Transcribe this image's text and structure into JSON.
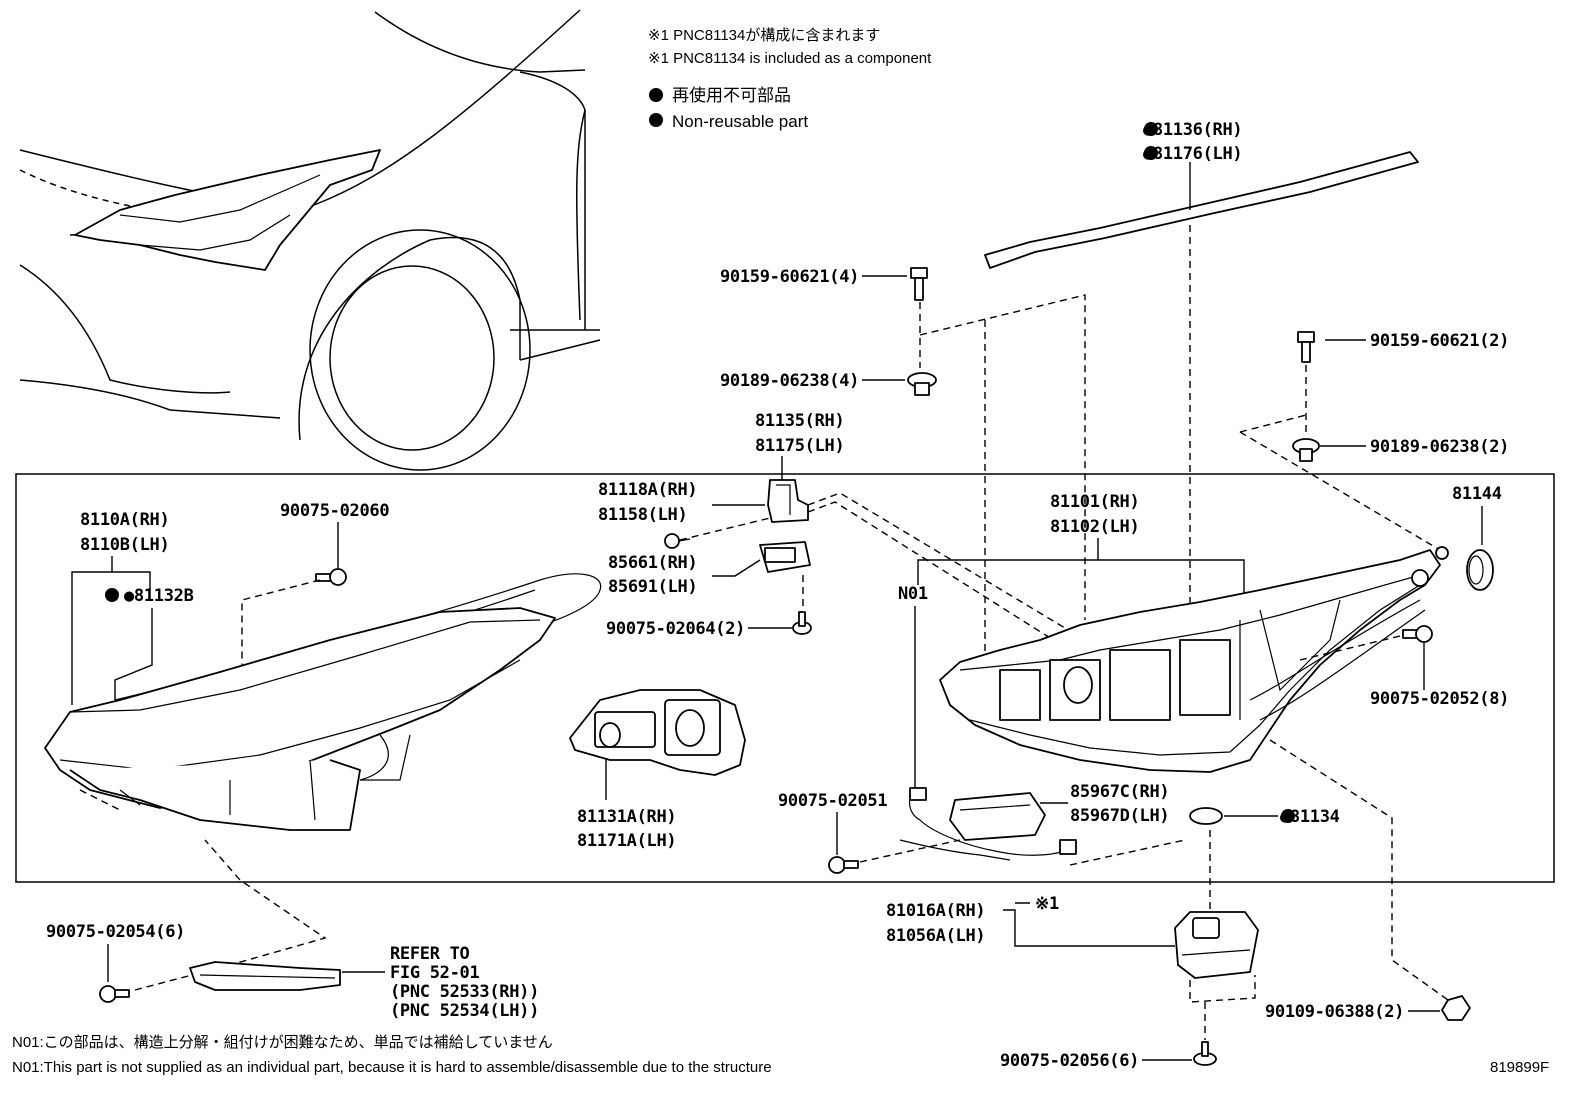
{
  "notes": {
    "component_jp": "※1 PNC81134が構成に含まれます",
    "component_en": "※1 PNC81134 is included as a component",
    "nonreusable_jp": "再使用不可部品",
    "nonreusable_en": "Non-reusable part",
    "n01_jp": "N01:この部品は、構造上分解・組付けが困難なため、単品では補給していません",
    "n01_en": "N01:This part is not supplied as an individual part, because it is hard to assemble/disassemble due to the structure"
  },
  "figure_id": "819899F",
  "labels": {
    "l81136": "●81136(RH)",
    "l81176": "●81176(LH)",
    "l90159a": "90159-60621(4)",
    "l90189a": "90189-06238(4)",
    "l90159b": "90159-60621(2)",
    "l90189b": "90189-06238(2)",
    "l81135": "81135(RH)",
    "l81175": "81175(LH)",
    "l81118": "81118A(RH)",
    "l81158": "81158(LH)",
    "l85661": "85661(RH)",
    "l85691": "85691(LH)",
    "l90075_02064": "90075-02064(2)",
    "l8110a": "8110A(RH)",
    "l8110b": "8110B(LH)",
    "l81132b": "●81132B",
    "l90075_02060": "90075-02060",
    "l81101": "81101(RH)",
    "l81102": "81102(LH)",
    "n01": "N01",
    "l81144": "81144",
    "l90075_02052": "90075-02052(8)",
    "l81131": "81131A(RH)",
    "l81171": "81171A(LH)",
    "l90075_02051": "90075-02051",
    "l85967c": "85967C(RH)",
    "l85967d": "85967D(LH)",
    "l81134": "●81134",
    "l90075_02054": "90075-02054(6)",
    "refer1": "REFER TO",
    "refer2": "FIG 52-01",
    "refer3": "(PNC 52533(RH))",
    "refer4": "(PNC 52534(LH))",
    "l81016": "81016A(RH)",
    "l81056": "81056A(LH)",
    "ref1": "※1",
    "l90109": "90109-06388(2)",
    "l90075_02056": "90075-02056(6)"
  }
}
